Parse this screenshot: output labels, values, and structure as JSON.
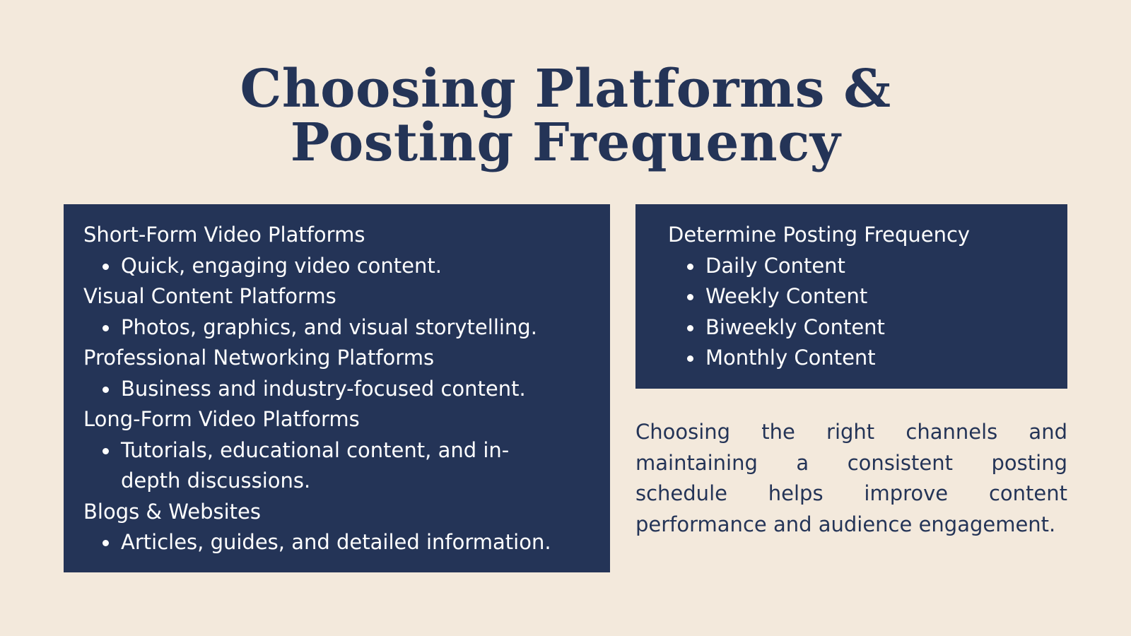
{
  "title": {
    "line1": "Choosing Platforms &",
    "line2": "Posting Frequency"
  },
  "platforms": [
    {
      "heading": "Short-Form Video Platforms",
      "bullet": "Quick, engaging video content."
    },
    {
      "heading": "Visual Content Platforms",
      "bullet": "Photos, graphics, and visual storytelling."
    },
    {
      "heading": "Professional Networking Platforms",
      "bullet": "Business and industry-focused content."
    },
    {
      "heading": "Long-Form Video Platforms",
      "bullet": "Tutorials, educational content, and in-depth discussions."
    },
    {
      "heading": "Blogs & Websites",
      "bullet": "Articles, guides, and detailed information."
    }
  ],
  "frequency": {
    "heading": "Determine Posting Frequency",
    "items": [
      "Daily Content",
      "Weekly Content",
      "Biweekly Content",
      "Monthly Content"
    ]
  },
  "summary": "Choosing the right channels and maintaining a consistent posting schedule helps improve content performance and audience engagement.",
  "colors": {
    "background": "#f3e9dc",
    "navy": "#243457",
    "text_on_navy": "#ffffff"
  }
}
